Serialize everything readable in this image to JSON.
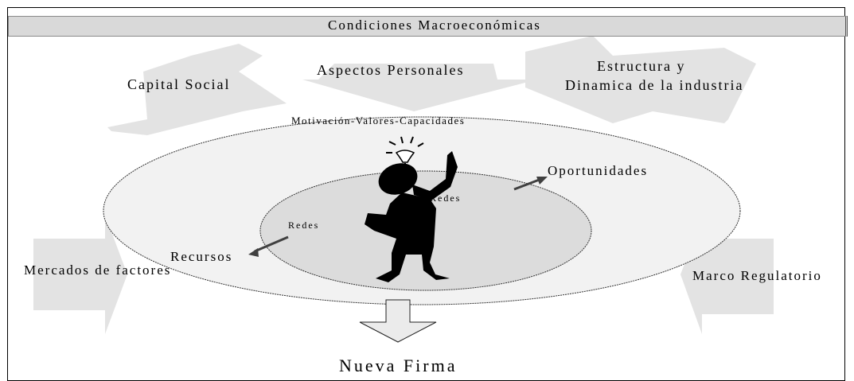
{
  "title": "Condiciones Macroeconómicas",
  "labels": {
    "capital_social": "Capital Social",
    "aspectos_personales": "Aspectos Personales",
    "estructura_line1": "Estructura  y",
    "estructura_line2": "Dinamica de la industria",
    "motivacion": "Motivación-Valores-Capacidades",
    "oportunidades": "Oportunidades",
    "redes_inner_right": "Redes",
    "redes_inner_left": "Redes",
    "recursos": "Recursos",
    "mercados": "Mercados de factores",
    "marco": "Marco Regulatorio",
    "nueva_firma": "Nueva Firma"
  },
  "colors": {
    "arrow_fill": "#e3e3e3",
    "outer_ellipse_fill": "#f2f2f2",
    "inner_ellipse_fill": "#dcdcdc",
    "figure": "#000000",
    "pointer_arrow": "#404040"
  },
  "icons": {
    "figure": "thinking-person-icon",
    "idea": "lightbulb-icon"
  }
}
